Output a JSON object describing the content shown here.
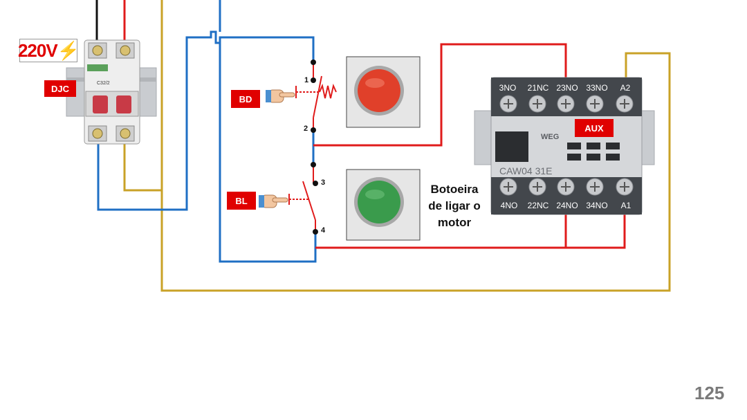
{
  "voltage_label": "220V",
  "labels": {
    "djc": "DJC",
    "bd": "BD",
    "bl": "BL",
    "aux": "AUX"
  },
  "breaker_text": "C32/2",
  "contactor_model": "CAW04 31E",
  "contactor_brand": "WEG",
  "contactor_top_terminals": [
    "3NO",
    "21NC",
    "23NO",
    "33NO",
    "A2"
  ],
  "contactor_bottom_terminals": [
    "4NO",
    "22NC",
    "24NO",
    "34NO",
    "A1"
  ],
  "switch_nodes": [
    "1",
    "2",
    "3",
    "4"
  ],
  "caption": "Botoeira de ligar o motor",
  "page_number": "125",
  "colors": {
    "wire_red": "#e01b1b",
    "wire_blue": "#1f6fc4",
    "wire_gold": "#c9a227",
    "wire_black": "#111111",
    "button_red": "#e0402a",
    "button_green": "#3a9b4c",
    "label_red": "#e00000"
  }
}
